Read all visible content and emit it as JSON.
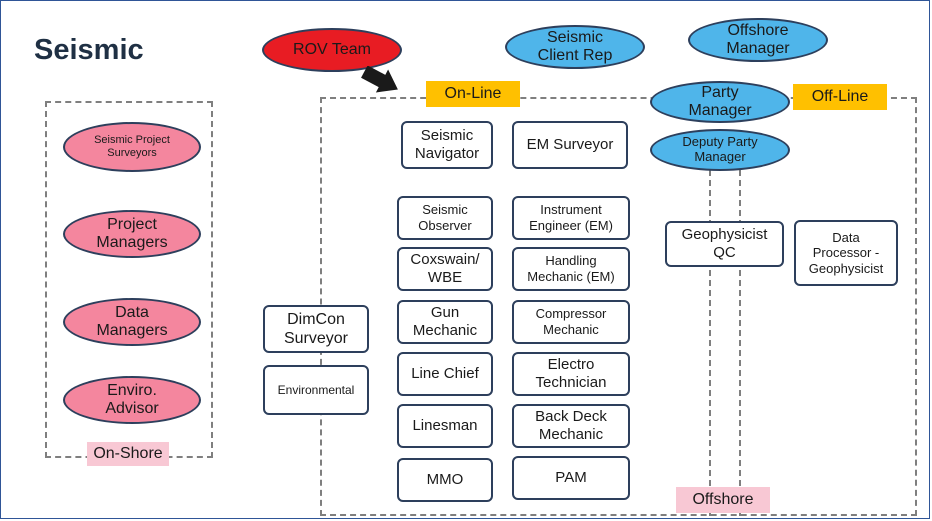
{
  "title": "Seismic",
  "onshore": {
    "label": "On-Shore",
    "roles": [
      "Seismic Project Surveyors",
      "Project Managers",
      "Data Managers",
      "Enviro. Advisor"
    ]
  },
  "top": {
    "rov_team": "ROV Team",
    "client_rep": "Seismic Client Rep",
    "offshore_manager": "Offshore Manager",
    "party_manager": "Party Manager",
    "deputy_party_manager": "Deputy Party Manager"
  },
  "labels": {
    "online": "On-Line",
    "offline": "Off-Line",
    "offshore": "Offshore"
  },
  "left_roles": {
    "dimcon": "DimCon Surveyor",
    "environmental": "Environmental"
  },
  "online_col1": {
    "navigator": "Seismic Navigator",
    "observer": "Seismic Observer",
    "coxswain": "Coxswain/ WBE",
    "gun_mechanic": "Gun Mechanic",
    "line_chief": "Line Chief",
    "linesman": "Linesman",
    "mmo": "MMO"
  },
  "online_col2": {
    "em_surveyor": "EM Surveyor",
    "instrument_engineer": "Instrument Engineer (EM)",
    "handling_mechanic": "Handling Mechanic (EM)",
    "compressor_mechanic": "Compressor Mechanic",
    "electro_technician": "Electro Technician",
    "back_deck_mechanic": "Back Deck Mechanic",
    "pam": "PAM"
  },
  "offline_roles": {
    "geophysicist_qc": "Geophysicist QC",
    "data_processor": "Data Processor - Geophysicist"
  },
  "colors": {
    "pink": "#f4869e",
    "blue": "#4fb5ea",
    "red": "#e81c23",
    "yellow": "#ffc000",
    "rose": "#f8c8d4",
    "outline": "#2d3f5c"
  }
}
